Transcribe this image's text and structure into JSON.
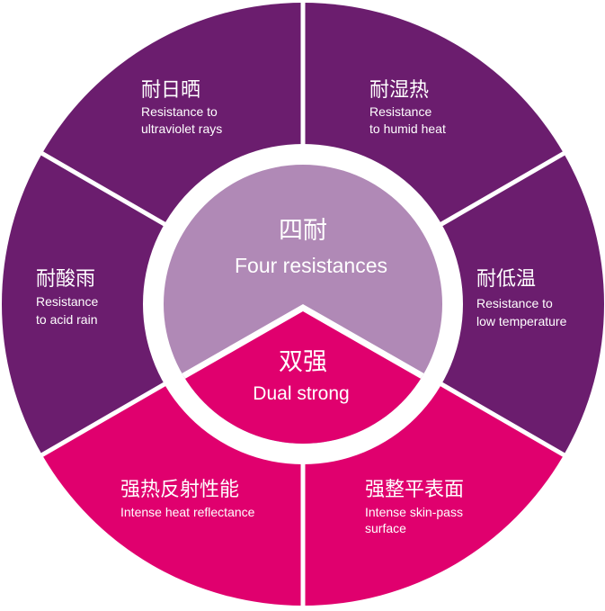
{
  "colors": {
    "purple": "#6b1d6e",
    "pink": "#e0006e",
    "center_light": "#b089b6",
    "center_pink": "#e0006e",
    "divider": "#ffffff",
    "text": "#ffffff"
  },
  "center": {
    "top": {
      "cn": "四耐",
      "en": "Four resistances"
    },
    "bottom": {
      "cn": "双强",
      "en": "Dual strong"
    }
  },
  "segments": {
    "uv": {
      "cn": "耐日晒",
      "en1": "Resistance to",
      "en2": "ultraviolet rays",
      "color": "purple"
    },
    "humid": {
      "cn": "耐湿热",
      "en1": "Resistance",
      "en2": "to humid heat",
      "color": "purple"
    },
    "low_temp": {
      "cn": "耐低温",
      "en1": "Resistance to",
      "en2": "low temperature",
      "color": "purple"
    },
    "acid": {
      "cn": "耐酸雨",
      "en1": "Resistance",
      "en2": "to acid rain",
      "color": "purple"
    },
    "heat_reflect": {
      "cn": "强热反射性能",
      "en1": "Intense heat reflectance",
      "en2": "",
      "color": "pink"
    },
    "skin_pass": {
      "cn": "强整平表面",
      "en1": "Intense skin-pass",
      "en2": "surface",
      "color": "pink"
    }
  }
}
